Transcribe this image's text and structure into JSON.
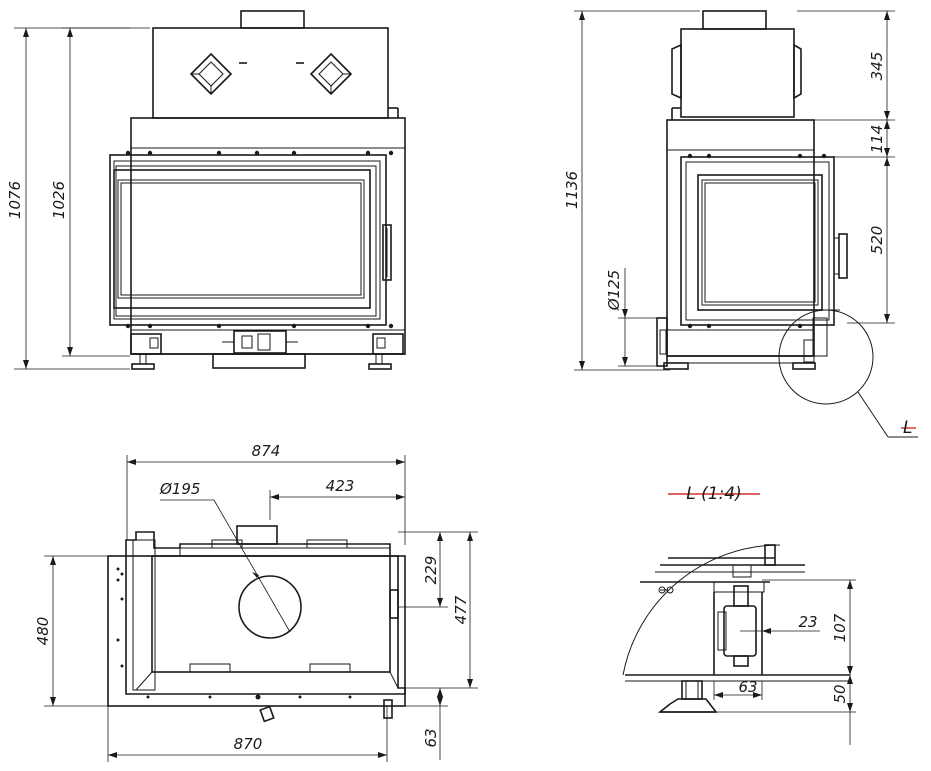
{
  "front_view": {
    "dim_overall_height": "1076",
    "dim_body_height": "1026"
  },
  "side_view": {
    "dim_overall_height": "1136",
    "dim_top_collar": "345",
    "dim_top_band": "114",
    "dim_door_height": "520",
    "dim_outlet_diameter": "Ø125",
    "detail_marker": "L"
  },
  "top_view": {
    "dim_overall_width": "874",
    "dim_flue_diameter": "Ø195",
    "dim_flue_offset": "423",
    "dim_flue_depth": "229",
    "dim_depth_right": "477",
    "dim_depth_left": "480",
    "dim_base_width": "870",
    "dim_front_offset": "63"
  },
  "detail_view": {
    "title": "L (1:4)",
    "dim_foot_height": "107",
    "dim_foot_offset": "23",
    "dim_foot_width": "63",
    "dim_base_height": "50"
  }
}
